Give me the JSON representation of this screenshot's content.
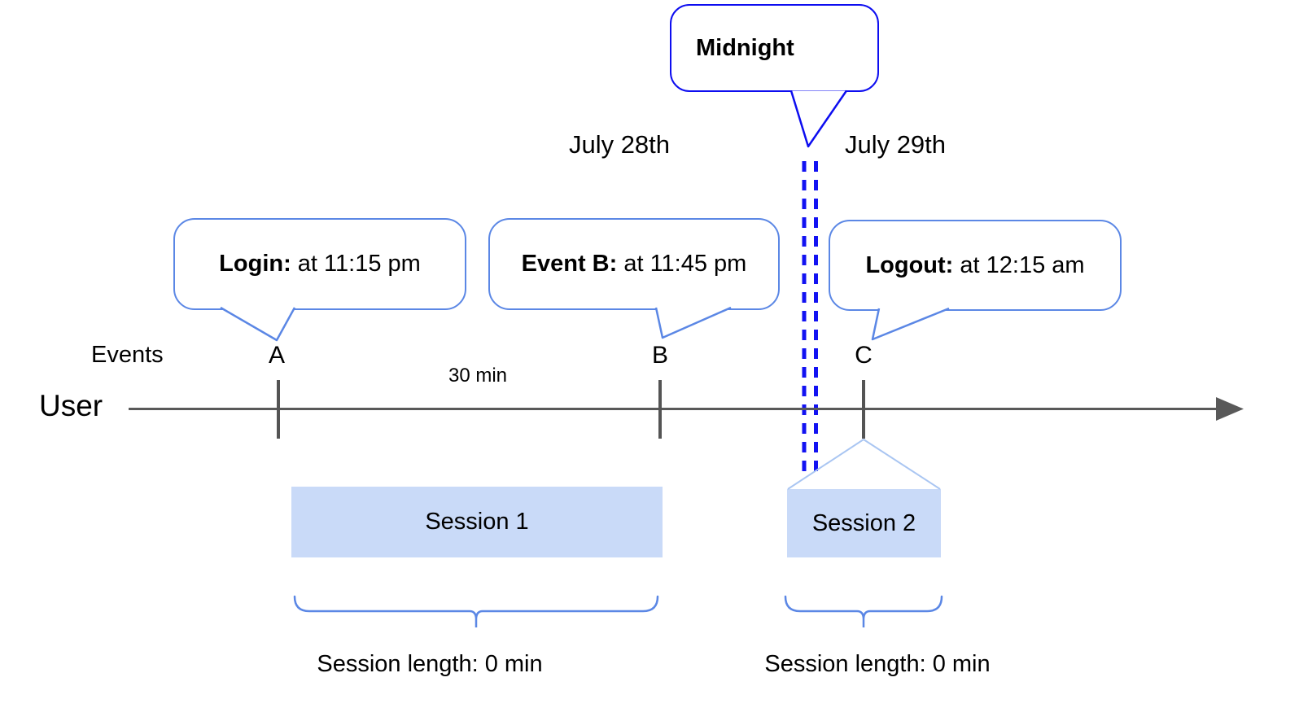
{
  "diagram": {
    "midnight_callout": {
      "label": "Midnight"
    },
    "date_left": "July 28th",
    "date_right": "July 29th",
    "event_callouts": [
      {
        "title": "Login:",
        "detail": " at 11:15 pm"
      },
      {
        "title": "Event B:",
        "detail": " at 11:45 pm"
      },
      {
        "title": "Logout:",
        "detail": " at 12:15 am"
      }
    ],
    "axis": {
      "events_label": "Events",
      "user_label": "User",
      "interval_label": "30 min",
      "markers": [
        "A",
        "B",
        "C"
      ]
    },
    "sessions": [
      {
        "label": "Session 1",
        "length_label": "Session length: 0 min"
      },
      {
        "label": "Session 2",
        "length_label": "Session length: 0 min"
      }
    ],
    "colors": {
      "midnight_blue": "#0d0df0",
      "callout_blue": "#5b87e5",
      "session_fill": "#c9daf8",
      "timeline_gray": "#595959",
      "expansion_light_blue": "#aac6f2"
    }
  }
}
